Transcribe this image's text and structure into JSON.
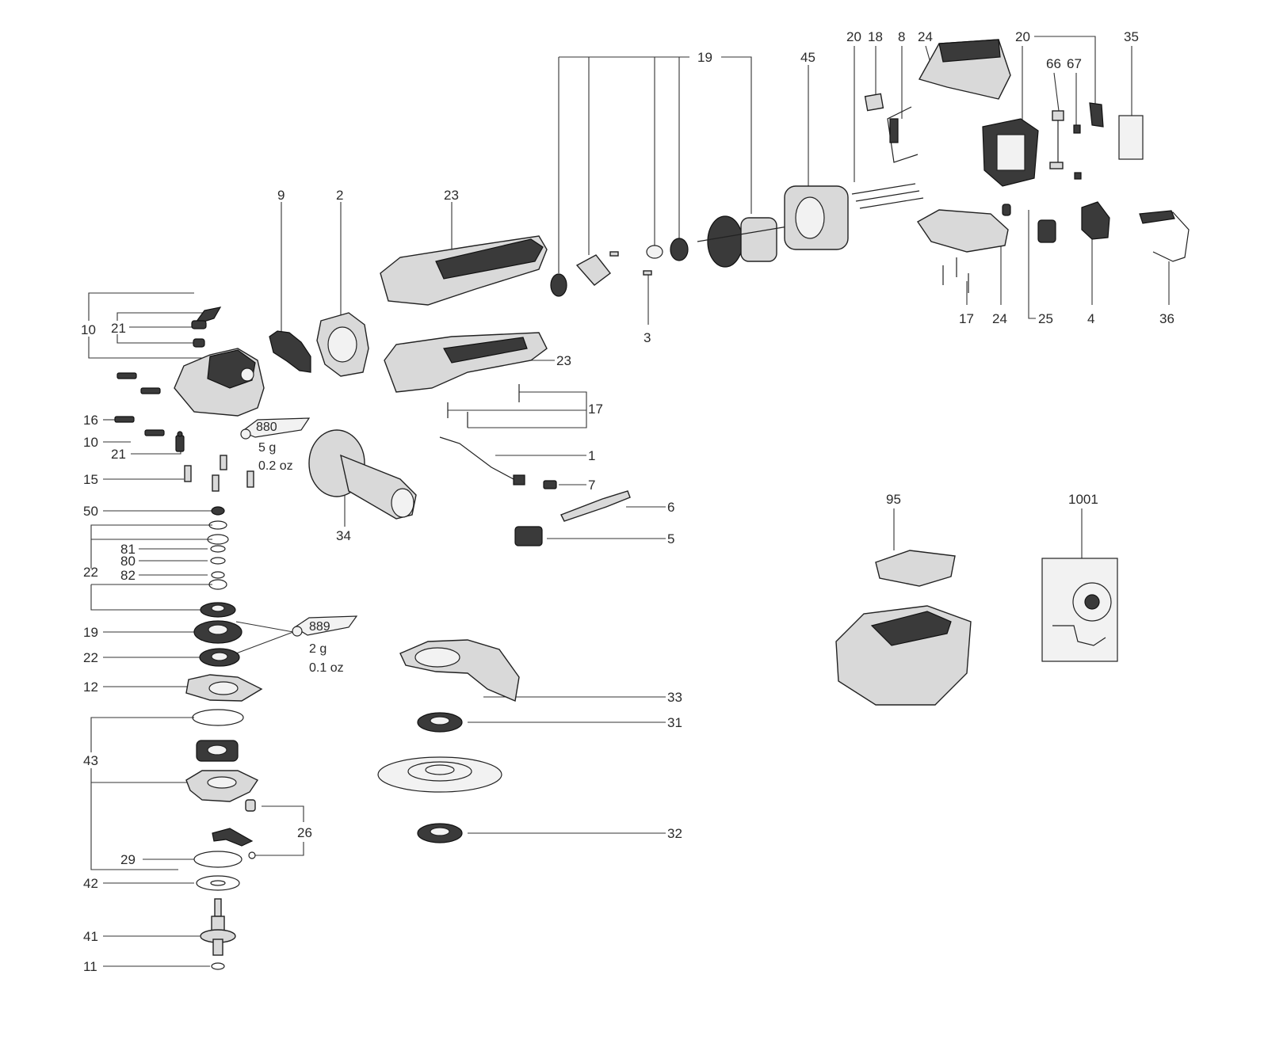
{
  "callouts": {
    "c1": "1",
    "c2": "2",
    "c3": "3",
    "c4": "4",
    "c5": "5",
    "c6": "6",
    "c7": "7",
    "c8": "8",
    "c9": "9",
    "c10a": "10",
    "c10b": "10",
    "c11": "11",
    "c12": "12",
    "c15": "15",
    "c16": "16",
    "c17a": "17",
    "c17b": "17",
    "c18": "18",
    "c19a": "19",
    "c19b": "19",
    "c20a": "20",
    "c20b": "20",
    "c21a": "21",
    "c21b": "21",
    "c22a": "22",
    "c22b": "22",
    "c23a": "23",
    "c23b": "23",
    "c24a": "24",
    "c24b": "24",
    "c25": "25",
    "c26": "26",
    "c29": "29",
    "c31": "31",
    "c32": "32",
    "c33": "33",
    "c34": "34",
    "c35": "35",
    "c36": "36",
    "c41": "41",
    "c42": "42",
    "c43": "43",
    "c45": "45",
    "c50": "50",
    "c66": "66",
    "c67": "67",
    "c80": "80",
    "c81": "81",
    "c82": "82",
    "c95": "95",
    "c1001": "1001"
  },
  "grease_notes": {
    "g880_code": "880",
    "g880_weight": "5 g",
    "g880_oz": "0.2 oz",
    "g889_code": "889",
    "g889_weight": "2 g",
    "g889_oz": "0.1 oz"
  }
}
